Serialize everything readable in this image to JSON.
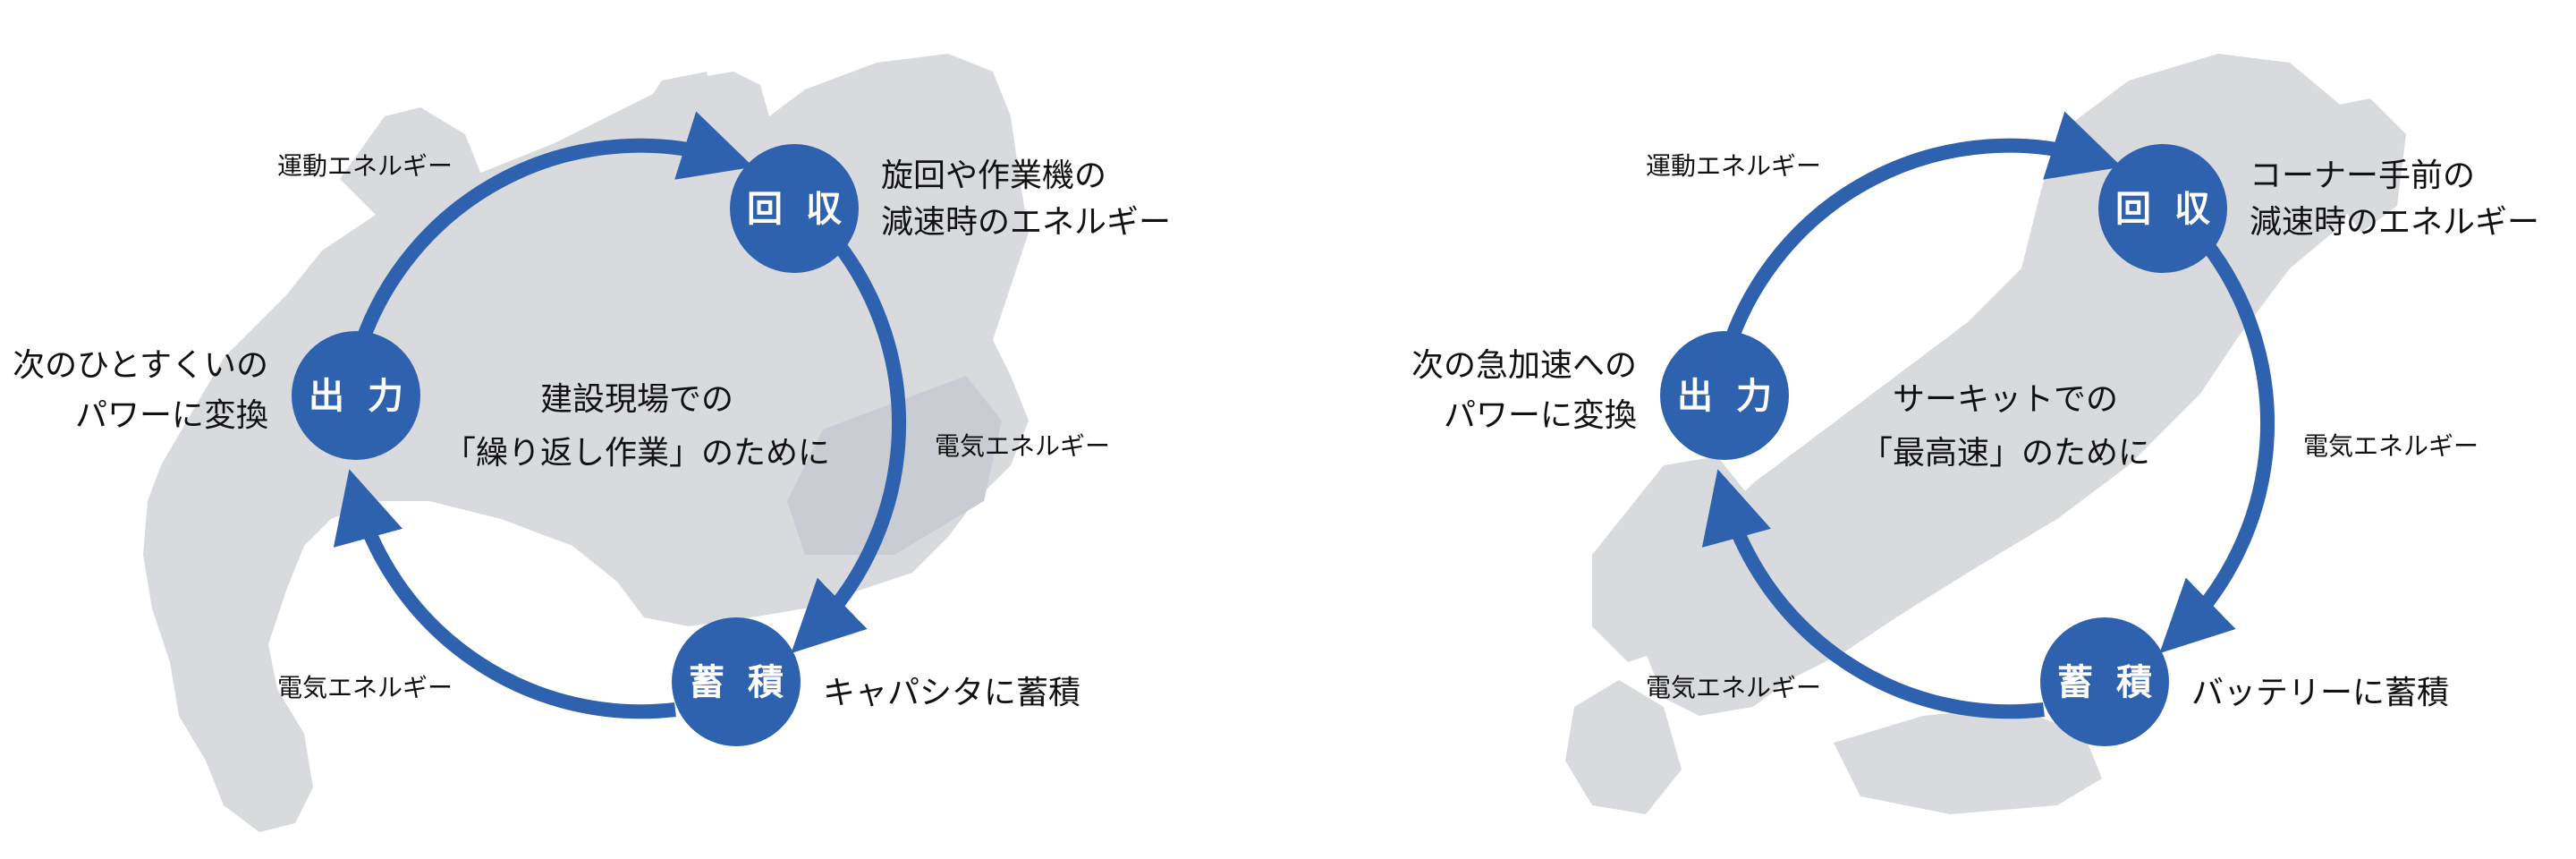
{
  "colors": {
    "accent": "#2f62ae",
    "silhouette": "#d8dade",
    "text": "#111111",
    "node_text": "#ffffff"
  },
  "diagrams": [
    {
      "silhouette": "excavator",
      "nodes": {
        "recover": "回 収",
        "store": "蓄 積",
        "output": "出 力"
      },
      "center_text": [
        "建設現場での",
        "「繰り返し作業」のために"
      ],
      "recover_desc": [
        "旋回や作業機の",
        "減速時のエネルギー"
      ],
      "output_desc": [
        "次のひとすくいの",
        "パワーに変換"
      ],
      "store_desc": "キャパシタに蓄積",
      "arrow_top_label": "運動エネルギー",
      "arrow_right_label": "電気エネルギー",
      "arrow_bottom_label": "電気エネルギー"
    },
    {
      "silhouette": "race-car",
      "nodes": {
        "recover": "回 収",
        "store": "蓄 積",
        "output": "出 力"
      },
      "center_text": [
        "サーキットでの",
        "「最高速」のために"
      ],
      "recover_desc": [
        "コーナー手前の",
        "減速時のエネルギー"
      ],
      "output_desc": [
        "次の急加速への",
        "パワーに変換"
      ],
      "store_desc": "バッテリーに蓄積",
      "arrow_top_label": "運動エネルギー",
      "arrow_right_label": "電気エネルギー",
      "arrow_bottom_label": "電気エネルギー"
    }
  ]
}
